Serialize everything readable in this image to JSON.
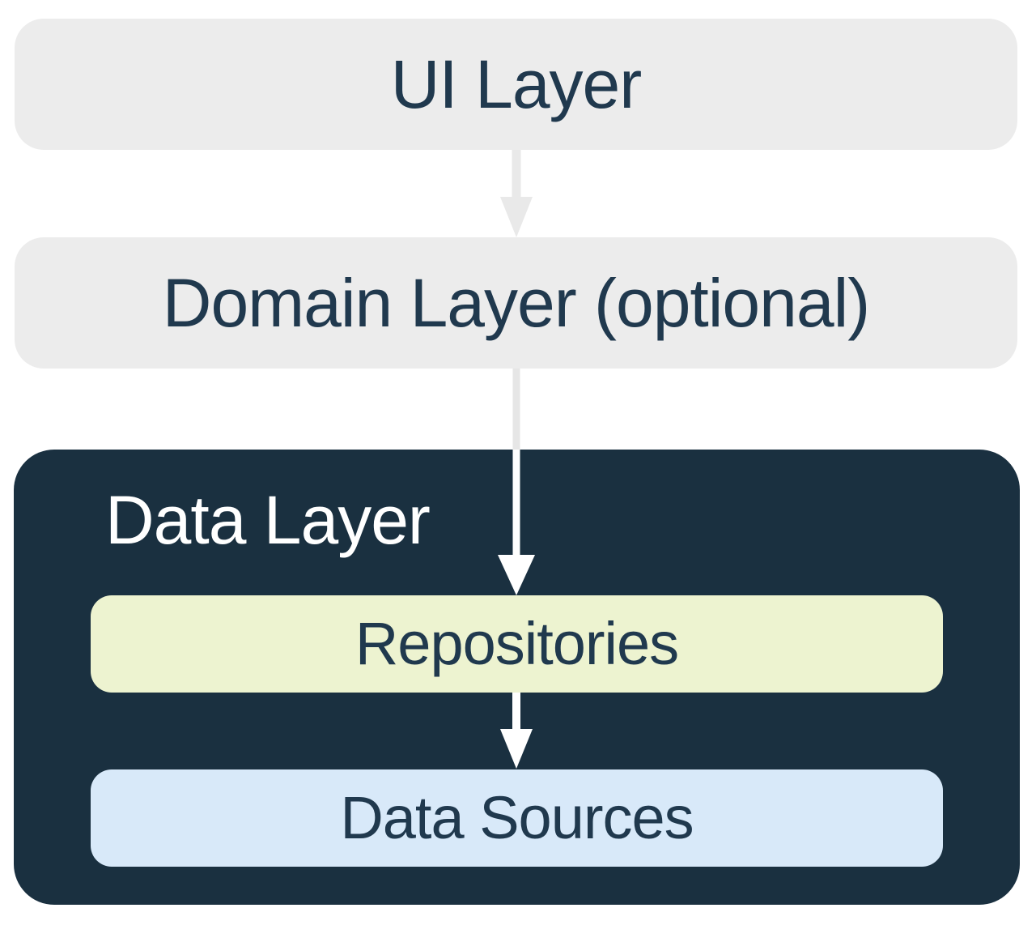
{
  "layers": {
    "ui": {
      "label": "UI Layer"
    },
    "domain": {
      "label": "Domain Layer (optional)"
    },
    "data": {
      "label": "Data Layer",
      "children": [
        {
          "label": "Repositories"
        },
        {
          "label": "Data Sources"
        }
      ]
    }
  },
  "arrows": [
    {
      "from": "UI Layer",
      "to": "Domain Layer (optional)",
      "style": "gray"
    },
    {
      "from": "Domain Layer (optional)",
      "to": "Repositories",
      "style": "gray-to-white"
    },
    {
      "from": "Repositories",
      "to": "Data Sources",
      "style": "white"
    }
  ],
  "colors": {
    "background": "#ffffff",
    "layer_box_gray": "#ececec",
    "data_layer_navy": "#1a3040",
    "repositories_fill": "#edf3d0",
    "data_sources_fill": "#d8e9f9",
    "title_text": "#20394e",
    "light_text": "#ffffff",
    "arrow_gray": "#e9e9e9",
    "arrow_gray_stem": "#e6e6e6",
    "arrow_white": "#ffffff"
  }
}
